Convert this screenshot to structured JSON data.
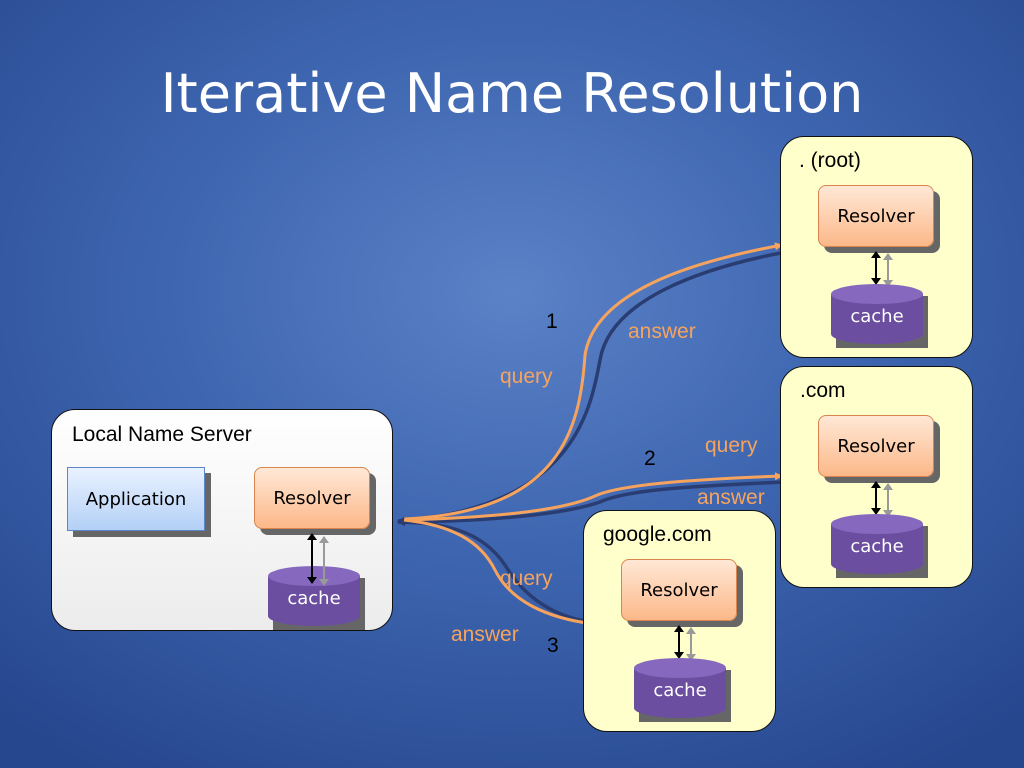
{
  "title": "Iterative Name Resolution",
  "local": {
    "label": "Local Name Server",
    "application": "Application",
    "resolver": "Resolver",
    "cache": "cache"
  },
  "root": {
    "label": ". (root)",
    "resolver": "Resolver",
    "cache": "cache"
  },
  "com": {
    "label": ".com",
    "resolver": "Resolver",
    "cache": "cache"
  },
  "google": {
    "label": "google.com",
    "resolver": "Resolver",
    "cache": "cache"
  },
  "flows": [
    {
      "step": "1",
      "query": "query",
      "answer": "answer"
    },
    {
      "step": "2",
      "query": "query",
      "answer": "answer"
    },
    {
      "step": "3",
      "query": "query",
      "answer": "answer"
    }
  ],
  "colors": {
    "flow": "#f6a35e",
    "box_remote": "#ffffcc",
    "resolver": "#fcb889",
    "cache": "#6b4ea0",
    "background": "#3e66b0"
  }
}
